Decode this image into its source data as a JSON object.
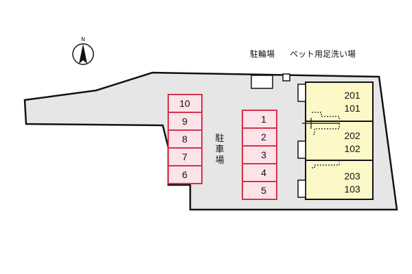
{
  "compass": {
    "label": "N",
    "icon": "north-arrow-icon"
  },
  "facilities": {
    "bicycle_parking": "駐輪場",
    "pet_footbath": "ペット用足洗い場"
  },
  "parking": {
    "label_lines": [
      "駐",
      "車",
      "場"
    ],
    "left_column": [
      "10",
      "9",
      "8",
      "7",
      "6"
    ],
    "right_column": [
      "1",
      "2",
      "3",
      "4",
      "5"
    ]
  },
  "units": [
    {
      "upper": "201",
      "lower": "101"
    },
    {
      "upper": "202",
      "lower": "102"
    },
    {
      "upper": "203",
      "lower": "103"
    }
  ],
  "colors": {
    "lot_fill": "#e6e6e6",
    "lot_stroke": "#111111",
    "space_fill": "#fbe3e8",
    "space_stroke": "#d4314b",
    "building_fill": "#fdf8c8"
  }
}
